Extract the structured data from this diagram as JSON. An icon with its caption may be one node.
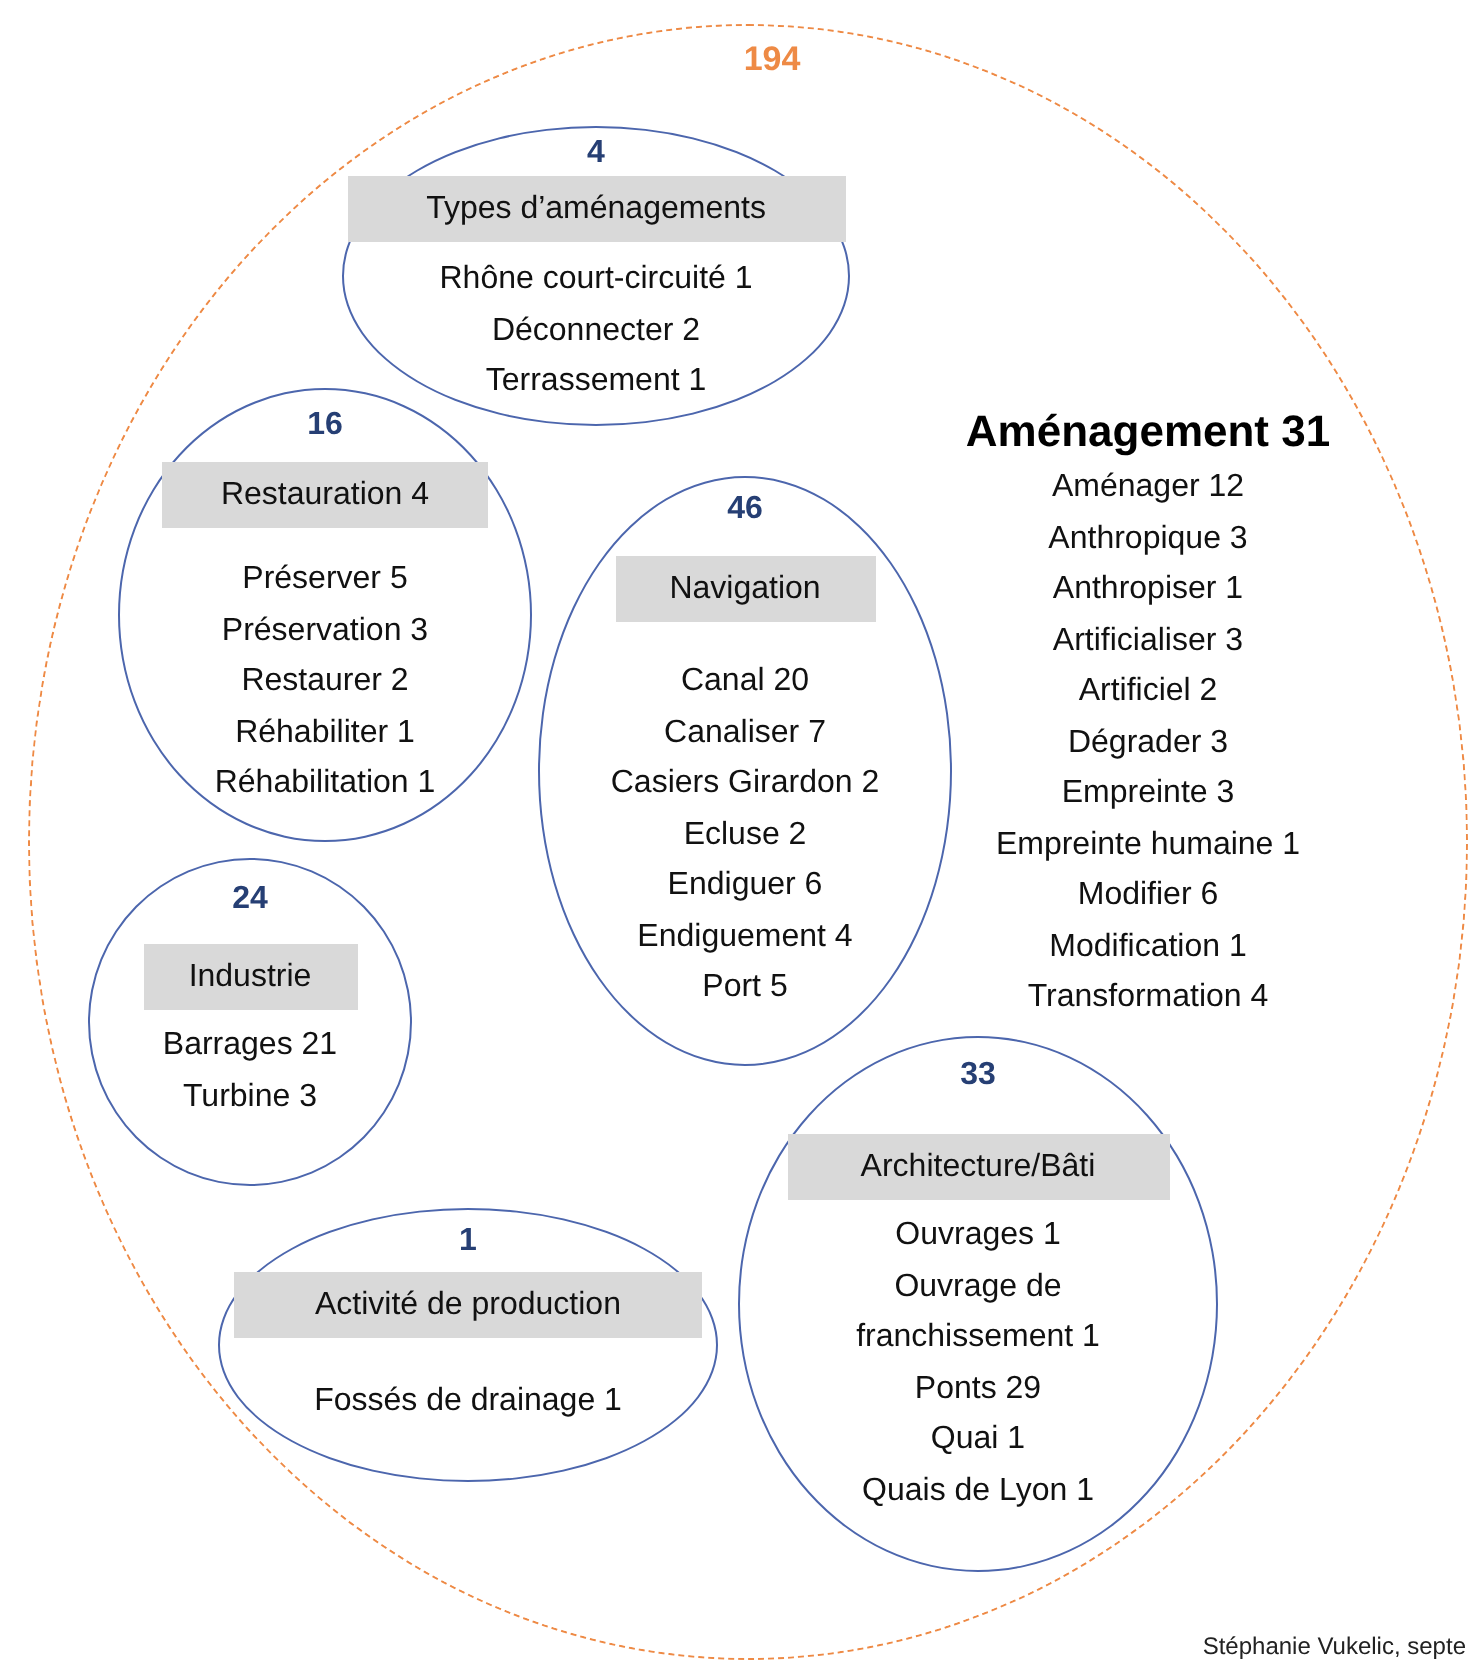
{
  "diagram": {
    "nodes": [
      {
        "text": [
          "194",
          "Aménagement 31",
          "Aménager 12",
          "Anthropique 3",
          "Anthropiser 1",
          "Artificialiser 3",
          "Artificiel 2",
          "Dégrader 3",
          "Empreinte 3",
          "Empreinte humaine 1",
          "Modifier 6",
          "Modification 1",
          "Transformation 4"
        ]
      },
      {
        "text": [
          "4",
          "Types d’aménagements",
          "Rhône court-circuité  1",
          "Déconnecter 2",
          "Terrassement 1"
        ],
        "in": 0
      },
      {
        "text": [
          "16",
          "Restauration 4",
          "Préserver 5",
          "Préservation 3",
          "Restaurer 2",
          "Réhabiliter 1",
          "Réhabilitation 1"
        ],
        "in": 0
      },
      {
        "text": [
          "46",
          "Navigation",
          "Canal 20",
          "Canaliser 7",
          "Casiers Girardon 2",
          "Ecluse 2",
          "Endiguer 6",
          "Endiguement 4",
          "Port 5"
        ],
        "in": 0
      },
      {
        "text": [
          "24",
          "Industrie",
          "Barrages 21",
          "Turbine 3"
        ],
        "in": 0
      },
      {
        "text": [
          "1",
          "Activité de production",
          "Fossés de drainage 1"
        ],
        "in": 0
      },
      {
        "text": [
          "33",
          "Architecture/Bâti",
          "Ouvrages 1",
          "Ouvrage de franchissement 1",
          "Ponts 29",
          "Quai 1",
          "Quais de Lyon 1"
        ],
        "in": 0
      }
    ],
    "labels": [
      "Stéphanie Vukelic, septe"
    ]
  }
}
